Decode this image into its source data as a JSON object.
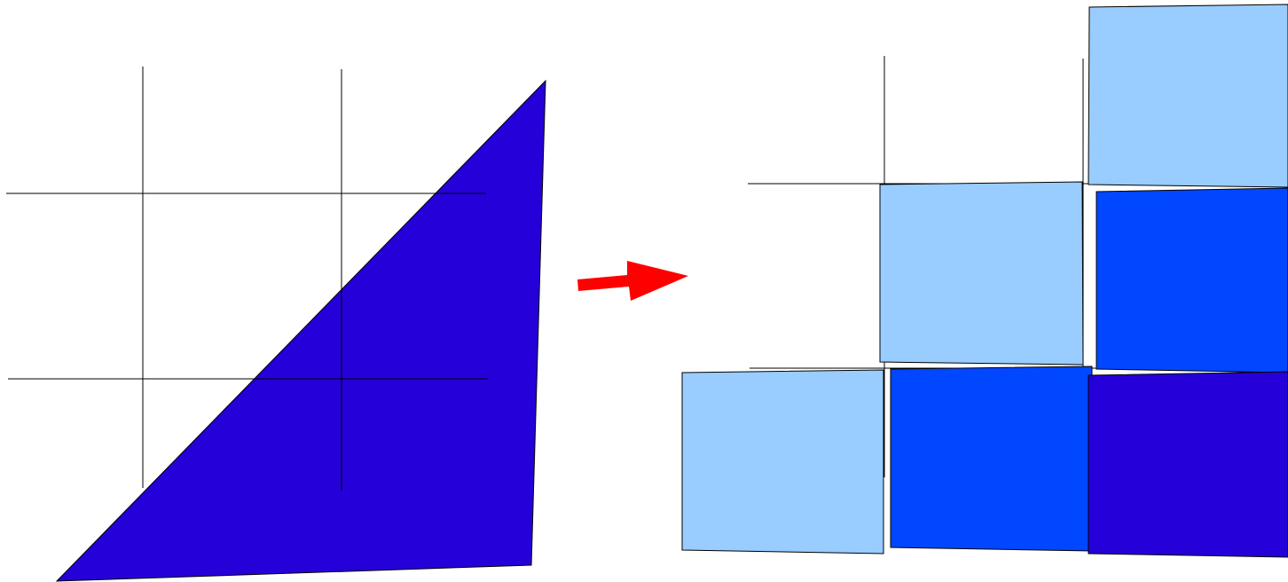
{
  "colors": {
    "background": "#ffffff",
    "grid_line": "#000000",
    "triangle_fill": "#2500d9",
    "arrow_fill": "#ff0000",
    "tile_light": "#99ccff",
    "tile_medium": "#0047ff",
    "tile_dark": "#2500d9",
    "outline": "#000000"
  },
  "diagram": {
    "left_panel": {
      "grid": {
        "rows": 3,
        "cols": 3
      },
      "shape": "right-triangle"
    },
    "arrow": {
      "direction": "right"
    },
    "right_panel": {
      "grid": {
        "rows": 3,
        "cols": 3
      },
      "tile_count": 6,
      "tile_levels": [
        "light",
        "light",
        "medium",
        "light",
        "medium",
        "dark"
      ]
    }
  }
}
